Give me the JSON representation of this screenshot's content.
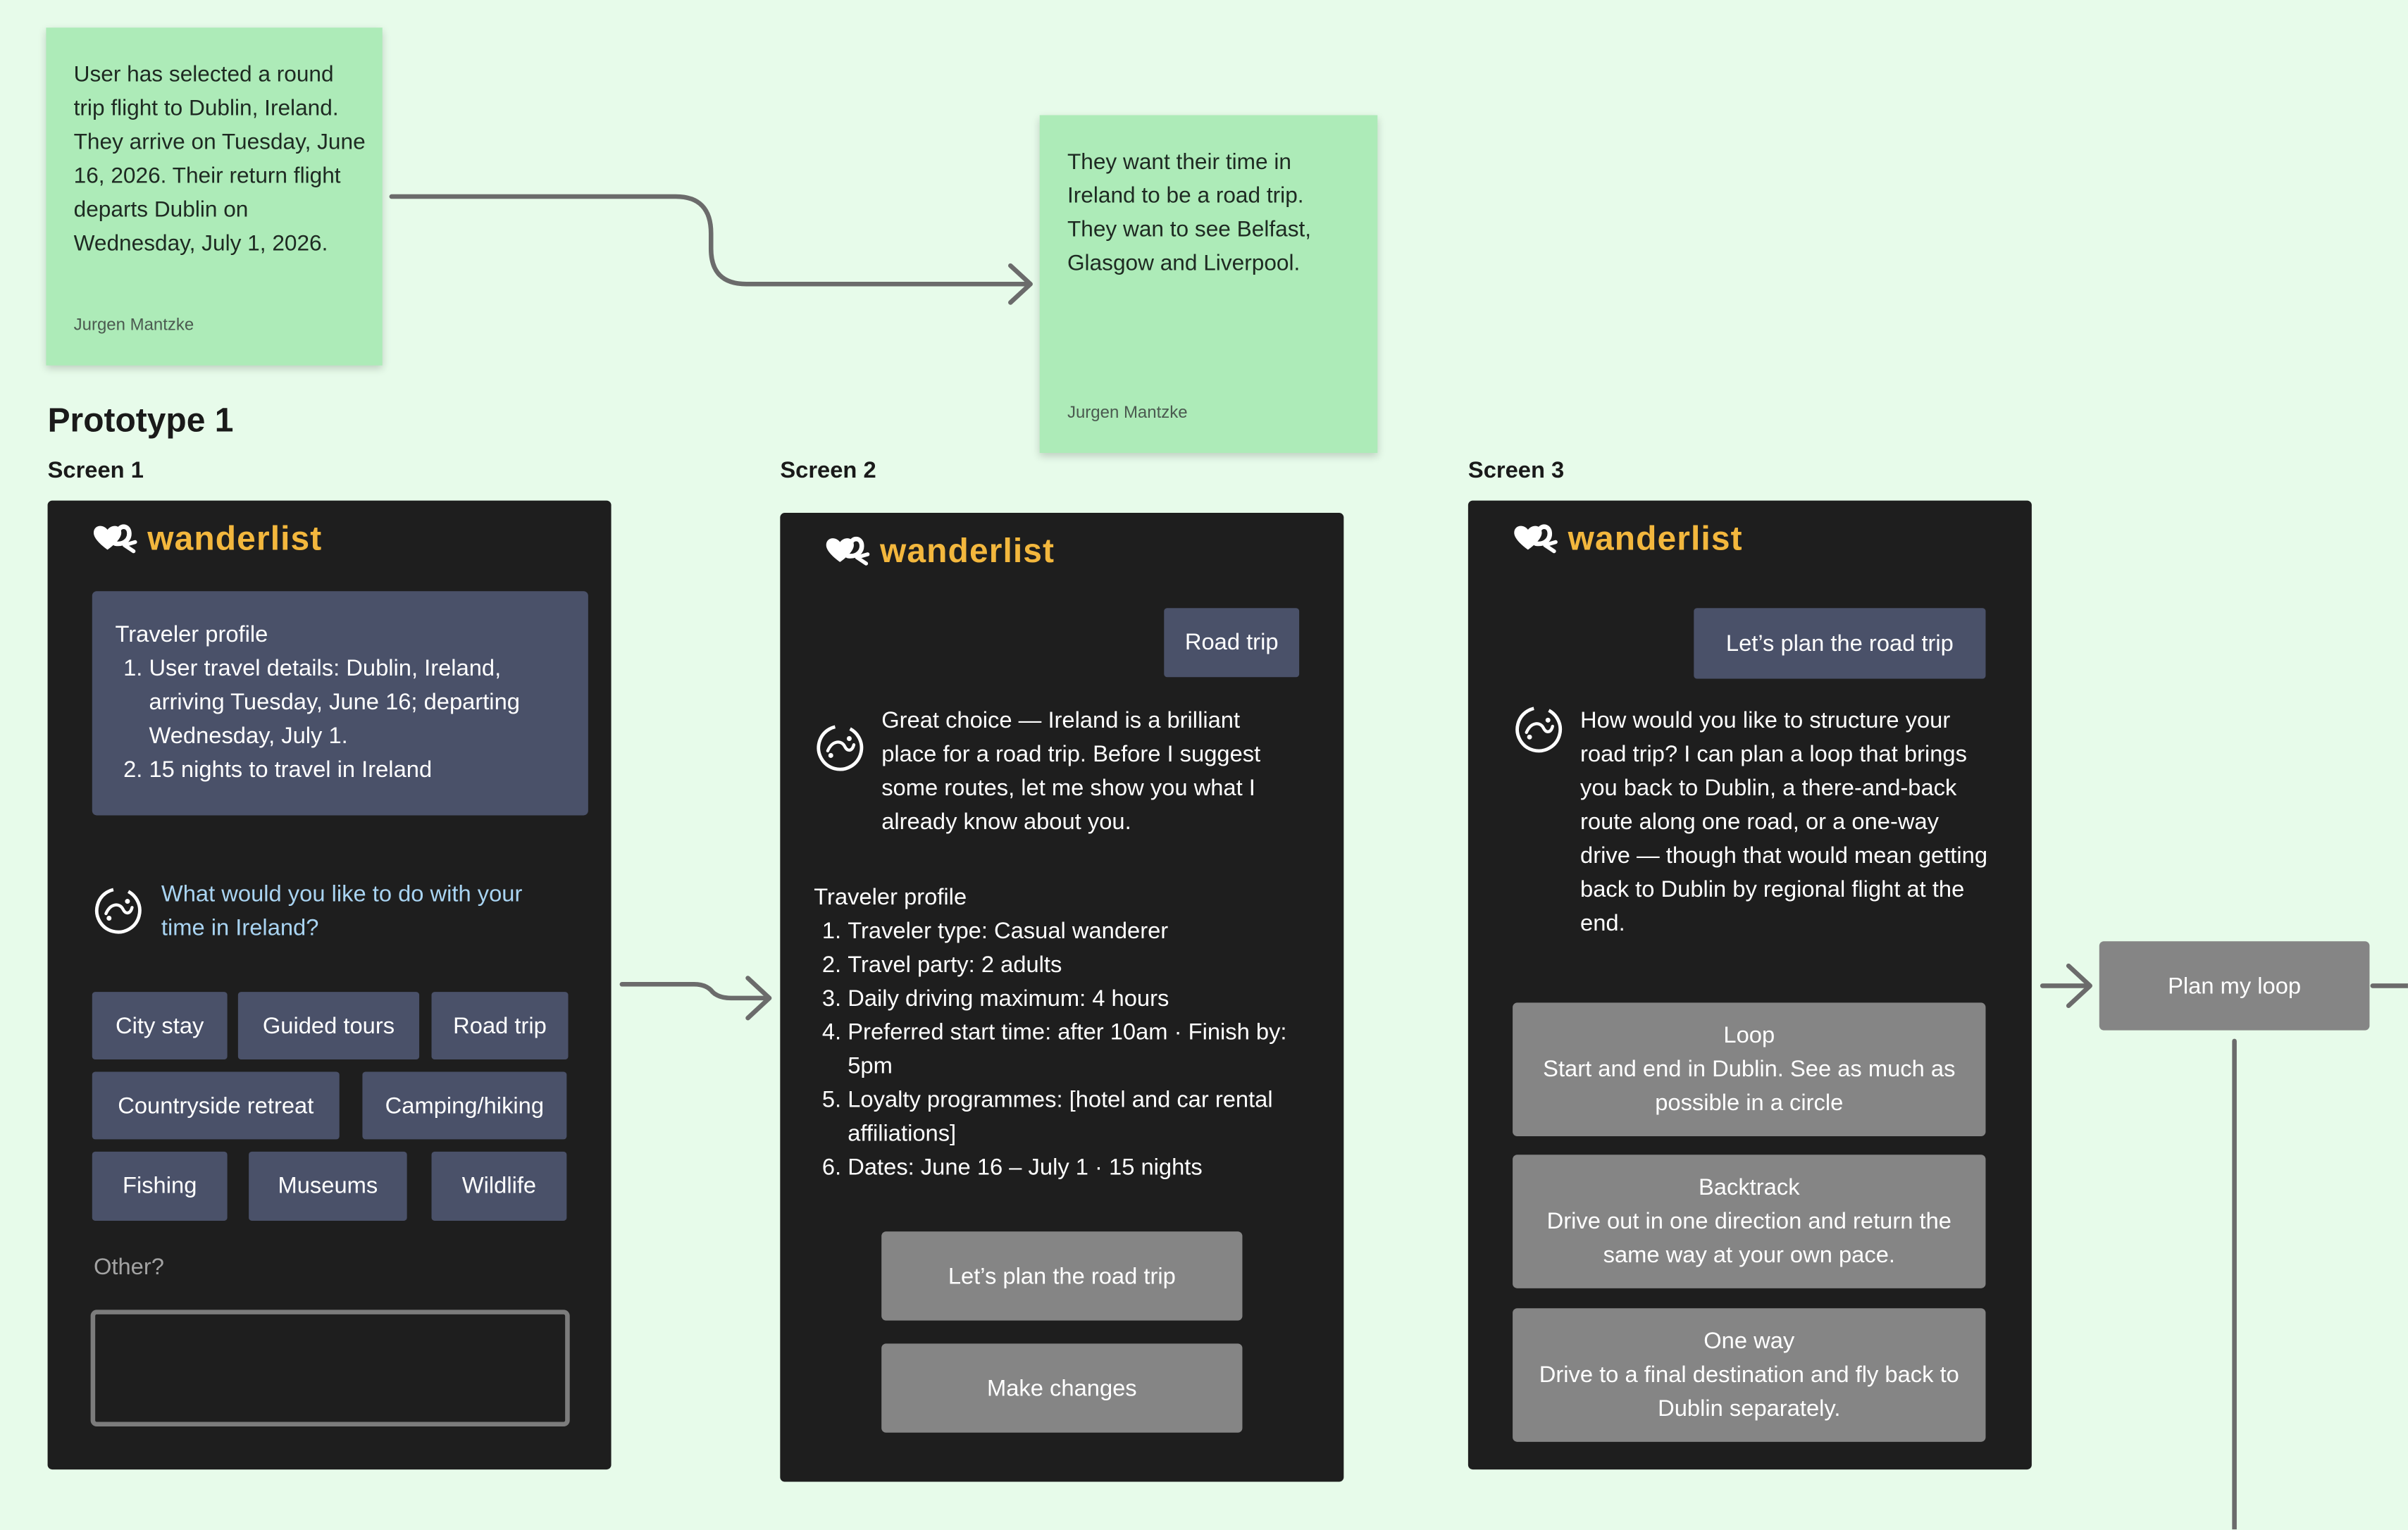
{
  "notes": [
    {
      "text": "User has selected a round trip flight to Dublin, Ireland. They arrive on Tuesday, June 16, 2026. Their return flight departs Dublin on Wednesday, July 1, 2026.",
      "author": "Jurgen Mantzke"
    },
    {
      "text": "They want their time in Ireland to be a road trip. They wan to see Belfast, Glasgow and Liverpool.",
      "author": "Jurgen Mantzke"
    }
  ],
  "prototype_title": "Prototype 1",
  "brand": {
    "name": "wanderlist",
    "color": "#f3b73d",
    "logo_icon": "heart-arrow-logo-icon"
  },
  "screens": [
    {
      "label": "Screen 1",
      "profile_title": "Traveler profile",
      "profile_items": [
        "User travel details: Dublin, Ireland, arriving Tuesday, June 16; departing Wednesday, July 1.",
        "15 nights to travel in Ireland"
      ],
      "ai_question": "What would you like to do with your time in Ireland?",
      "chips": [
        "City stay",
        "Guided tours",
        "Road trip",
        "Countryside retreat",
        "Camping/hiking",
        "Fishing",
        "Museums",
        "Wildlife"
      ],
      "other_label": "Other?"
    },
    {
      "label": "Screen 2",
      "user_message": "Road trip",
      "ai_message": "Great choice — Ireland is a brilliant place for a road trip. Before I suggest some routes, let me show you what I already know about you.",
      "profile_title": "Traveler profile",
      "profile_items": [
        "Traveler type: Casual wanderer",
        "Travel party: 2 adults",
        "Daily driving maximum: 4 hours",
        "Preferred start time: after 10am · Finish by: 5pm",
        "Loyalty programmes: [hotel and car rental affiliations]",
        "Dates: June 16 – July 1 · 15 nights"
      ],
      "buttons": [
        "Let’s plan the road trip",
        "Make changes"
      ]
    },
    {
      "label": "Screen 3",
      "user_message": "Let’s plan the road trip",
      "ai_message": "How would you like to structure your road trip? I can plan a loop that brings you back to Dublin, a there-and-back route along one road, or a one-way drive — though that would mean getting back to Dublin by regional flight at the end.",
      "options": [
        {
          "title": "Loop",
          "desc": "Start and end in Dublin. See as much as possible in a circle"
        },
        {
          "title": "Backtrack",
          "desc": "Drive out in one direction and return the same way at your own pace."
        },
        {
          "title": "One way",
          "desc": "Drive to a final destination and fly back to Dublin separately."
        }
      ]
    }
  ],
  "next_step": "Plan my loop",
  "colors": {
    "canvas": "#e7fbea",
    "sticky": "#adebb8",
    "panel": "#1e1e1e",
    "card": "#4a5169",
    "button_gray": "#858585",
    "ai_question_text": "#a9d4f2",
    "connector": "#6b6b6b"
  }
}
